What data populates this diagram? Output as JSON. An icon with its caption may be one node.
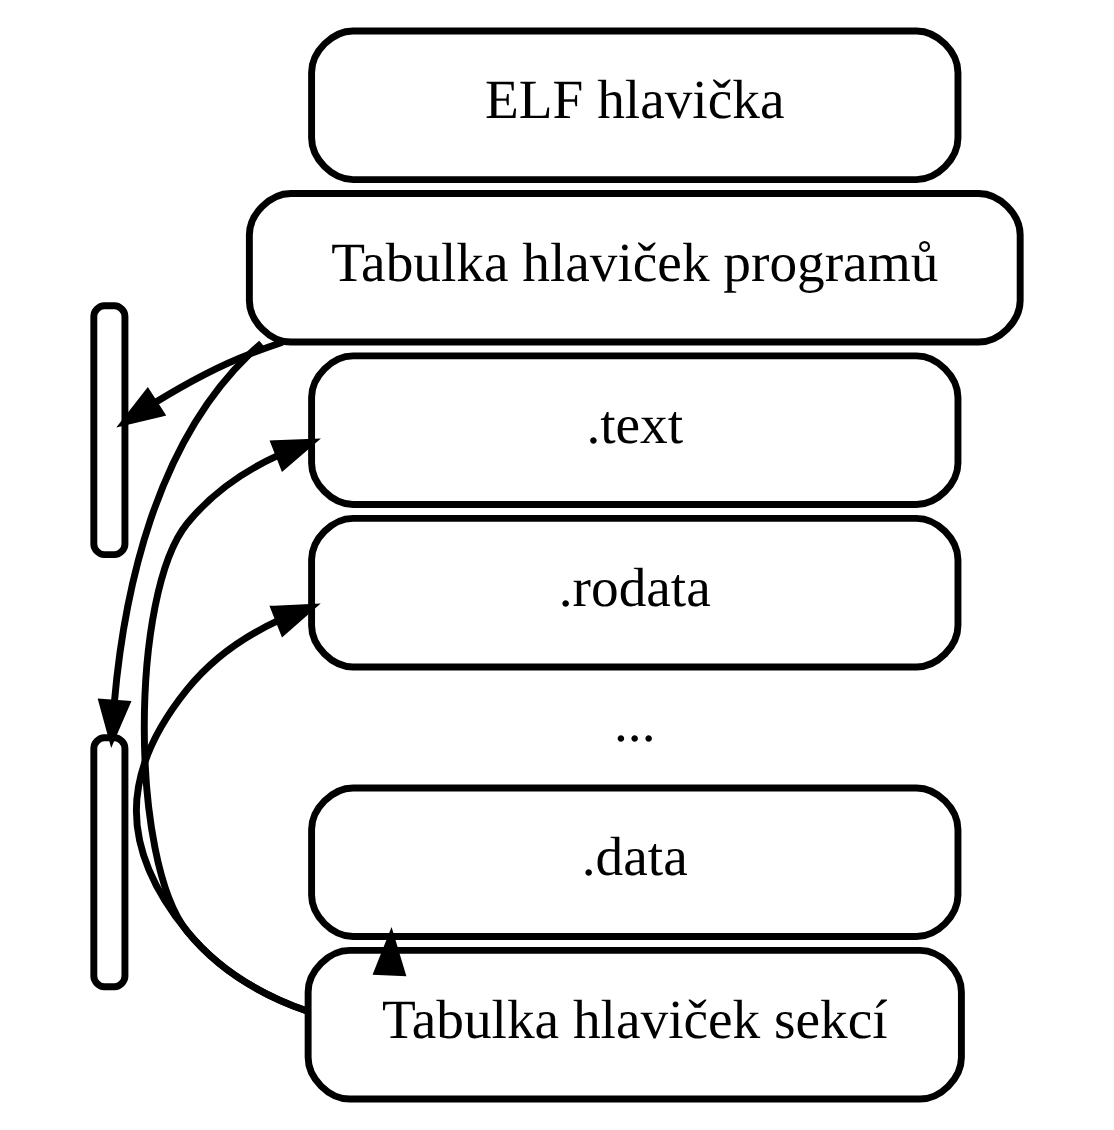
{
  "diagram": {
    "nodes": [
      {
        "text": [
          "ELF hlavička"
        ]
      },
      {
        "text": [
          "Tabulka hlaviček programů"
        ]
      },
      {
        "text": [],
        "shape": "brace"
      },
      {
        "text": [
          ".text"
        ]
      },
      {
        "text": [
          ".rodata"
        ]
      },
      {
        "text": [],
        "shape": "brace"
      },
      {
        "text": [
          ".data"
        ]
      },
      {
        "text": [
          "Tabulka hlaviček sekcí"
        ]
      }
    ],
    "edges": [
      {
        "from": 1,
        "to": 2,
        "arrow": "to"
      },
      {
        "from": 1,
        "to": 5,
        "arrow": "to"
      },
      {
        "from": 7,
        "to": 3,
        "arrow": "to"
      },
      {
        "from": 7,
        "to": 4,
        "arrow": "to"
      },
      {
        "from": 7,
        "to": 6,
        "arrow": "to"
      }
    ],
    "labels": [
      "..."
    ]
  }
}
